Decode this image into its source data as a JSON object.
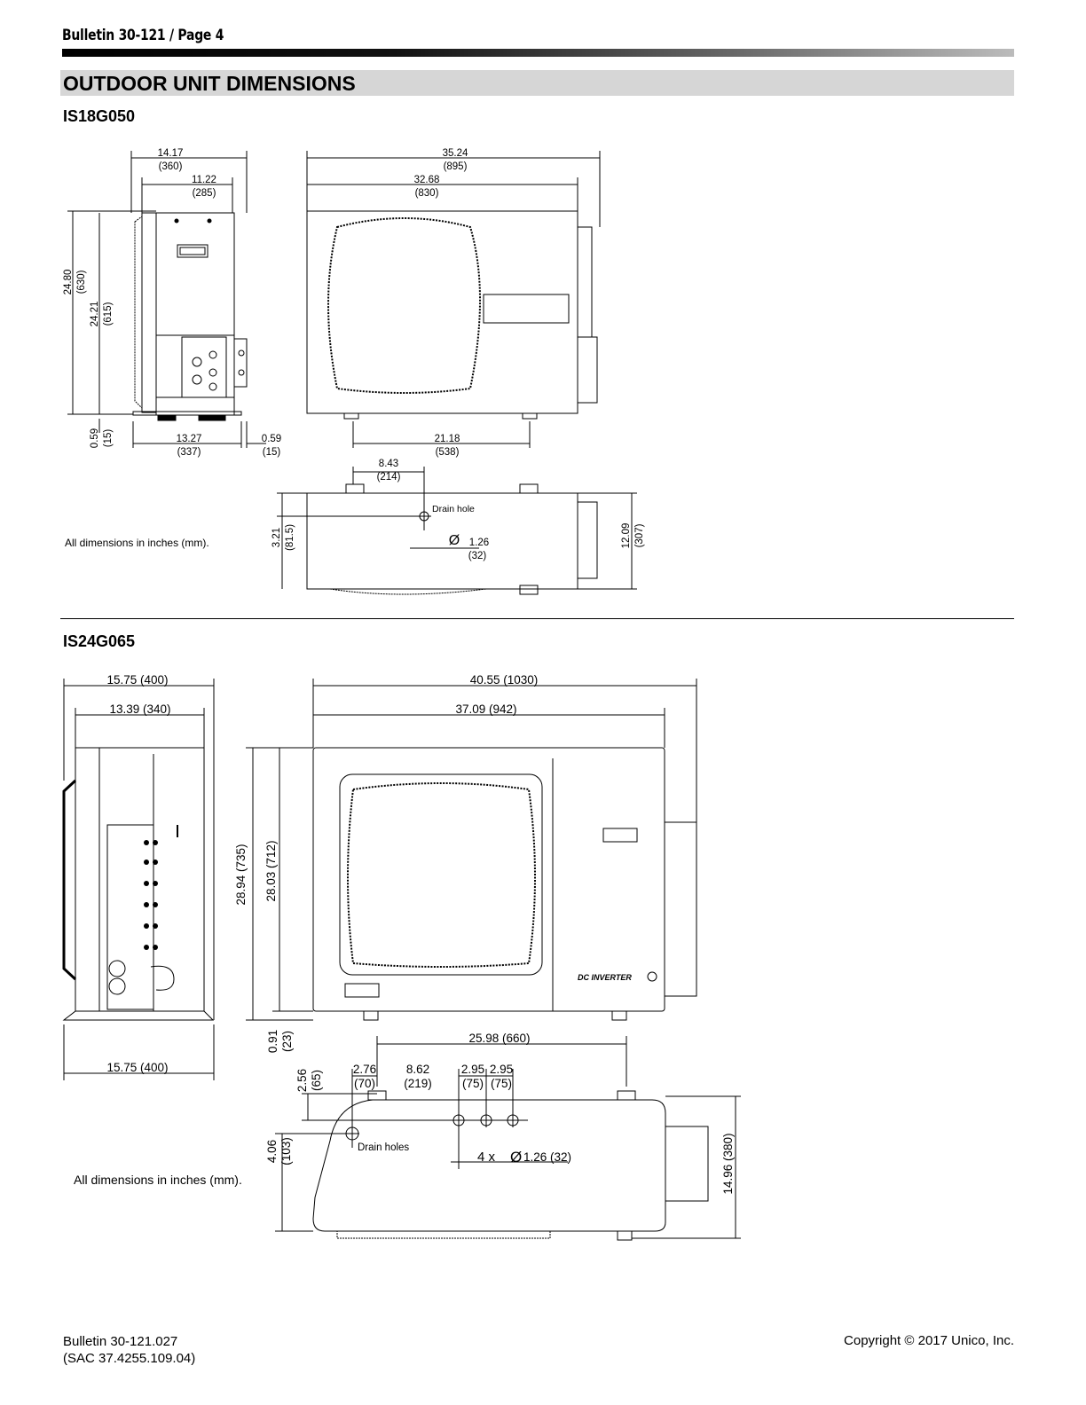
{
  "header": {
    "bulletin": "Bulletin 30-121 / Page 4"
  },
  "section": {
    "title": "OUTDOOR UNIT DIMENSIONS"
  },
  "unit1": {
    "model": "IS18G050",
    "note": "All dimensions in inches (mm).",
    "drain_label": "Drain hole",
    "diameter_symbol": "Ø",
    "dims": {
      "side_overall_w": "14.17",
      "side_overall_w_mm": "(360)",
      "side_inner_w": "11.22",
      "side_inner_w_mm": "(285)",
      "front_overall_w": "35.24",
      "front_overall_w_mm": "(895)",
      "front_inner_w": "32.68",
      "front_inner_w_mm": "(830)",
      "h_overall": "24.80",
      "h_overall_mm": "(630)",
      "h_inner": "24.21",
      "h_inner_mm": "(615)",
      "foot_h": "0.59",
      "foot_h_mm": "(15)",
      "base_w": "13.27",
      "base_w_mm": "(337)",
      "base_off": "0.59",
      "base_off_mm": "(15)",
      "feet_span": "21.18",
      "feet_span_mm": "(538)",
      "drain_x": "8.43",
      "drain_x_mm": "(214)",
      "drain_y": "3.21",
      "drain_y_mm": "(81.5)",
      "depth": "12.09",
      "depth_mm": "(307)",
      "drain_dia": "1.26",
      "drain_dia_mm": "(32)"
    }
  },
  "unit2": {
    "model": "IS24G065",
    "note": "All dimensions in inches (mm).",
    "drain_label": "Drain holes",
    "badge": "DC INVERTER",
    "multiplier": "4 x",
    "diameter_symbol": "Ø",
    "dims": {
      "side_overall_w": "15.75 (400)",
      "side_inner_w": "13.39 (340)",
      "front_overall_w": "40.55 (1030)",
      "front_inner_w": "37.09 (942)",
      "h_overall": "28.94 (735)",
      "h_inner": "28.03 (712)",
      "foot_h": "0.91",
      "foot_h_mm": "(23)",
      "base_w": "15.75 (400)",
      "feet_span": "25.98 (660)",
      "drain1_y": "2.56",
      "drain1_y_mm": "(65)",
      "drain1_x": "2.76",
      "drain1_x_mm": "(70)",
      "spacing1": "8.62",
      "spacing1_mm": "(219)",
      "spacing2": "2.95",
      "spacing2_mm": "(75)",
      "spacing3": "2.95",
      "spacing3_mm": "(75)",
      "drain2_y": "4.06",
      "drain2_y_mm": "(103)",
      "depth": "14.96 (380)",
      "drain_dia": "1.26 (32)"
    }
  },
  "footer": {
    "doc_number": "Bulletin 30-121.027",
    "sac_number": "(SAC 37.4255.109.04)",
    "copyright": "Copyright © 2017 Unico, Inc."
  }
}
